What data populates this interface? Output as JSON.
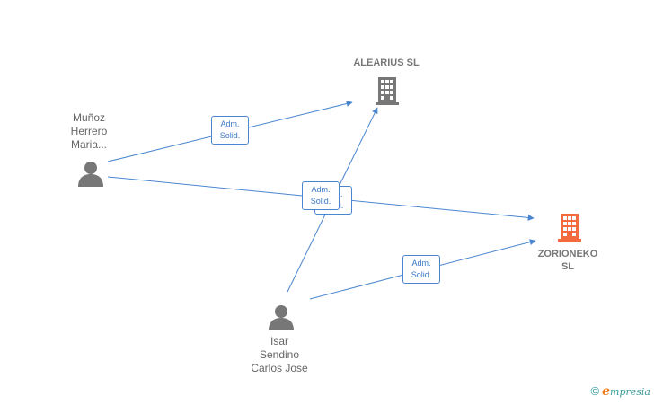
{
  "nodes": {
    "alearius": {
      "name": "ALEARIUS SL",
      "kind": "company",
      "color": "#777777"
    },
    "zorioneko": {
      "name": "ZORIONEKO SL",
      "name_line1": "ZORIONEKO",
      "name_line2": "SL",
      "kind": "company",
      "color": "#f26a3d"
    },
    "munoz": {
      "line1": "Muñoz",
      "line2": "Herrero",
      "line3": "Maria...",
      "kind": "person"
    },
    "isar": {
      "line1": "Isar",
      "line2": "Sendino",
      "line3": "Carlos Jose",
      "kind": "person"
    }
  },
  "edges": [
    {
      "from": "munoz",
      "to": "alearius",
      "label_line1": "Adm.",
      "label_line2": "Solid."
    },
    {
      "from": "munoz",
      "to": "zorioneko",
      "label_line1": "Adm.",
      "label_line2": "Solid."
    },
    {
      "from": "isar",
      "to": "alearius",
      "label_line1": "Adm.",
      "label_line2": "Solid."
    },
    {
      "from": "isar",
      "to": "zorioneko",
      "label_line1": "Adm.",
      "label_line2": "Solid."
    }
  ],
  "colors": {
    "edge": "#4a86d0",
    "person_icon": "#777777",
    "company_default": "#777777",
    "company_highlight": "#f26a3d"
  },
  "watermark": {
    "copyright": "©",
    "brand_initial": "e",
    "brand_rest": "mpresia"
  }
}
